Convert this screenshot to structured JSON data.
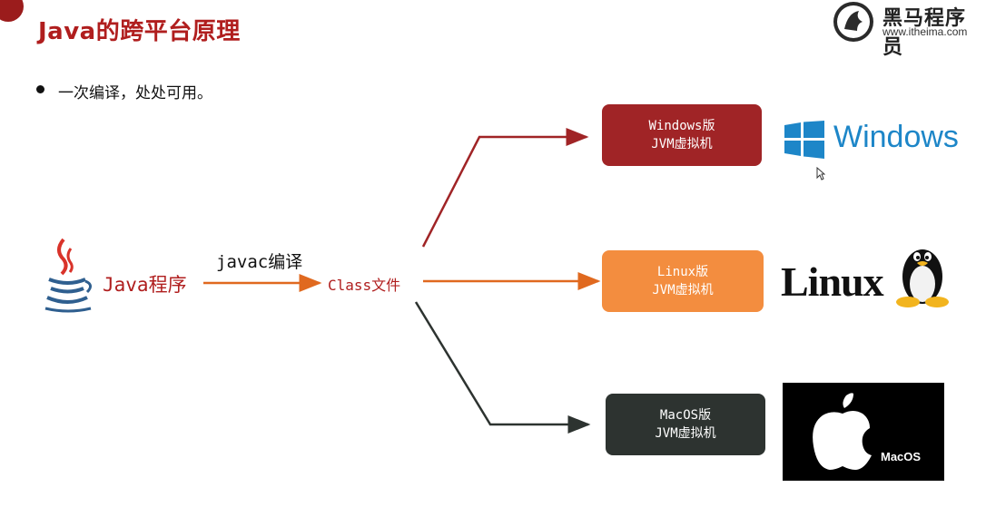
{
  "slide": {
    "title": "Java的跨平台原理",
    "bullet": "一次编译，处处可用。"
  },
  "brand": {
    "name": "黑马程序员",
    "url": "www.itheima.com"
  },
  "flow": {
    "source_label": "Java程序",
    "compile_label": "javac编译",
    "class_label": "Class文件"
  },
  "jvms": [
    {
      "line1": "Windows版",
      "line2": "JVM虚拟机",
      "color": "#a02426"
    },
    {
      "line1": "Linux版",
      "line2": "JVM虚拟机",
      "color": "#f38d3f"
    },
    {
      "line1": "MacOS版",
      "line2": "JVM虚拟机",
      "color": "#2d3330"
    }
  ],
  "os_logos": {
    "windows": "Windows",
    "linux": "Linux",
    "macos": "MacOS"
  },
  "colors": {
    "accent_red": "#b01e1e",
    "arrow_red": "#a02426",
    "arrow_orange": "#e0691f",
    "arrow_dark": "#2d3330"
  }
}
